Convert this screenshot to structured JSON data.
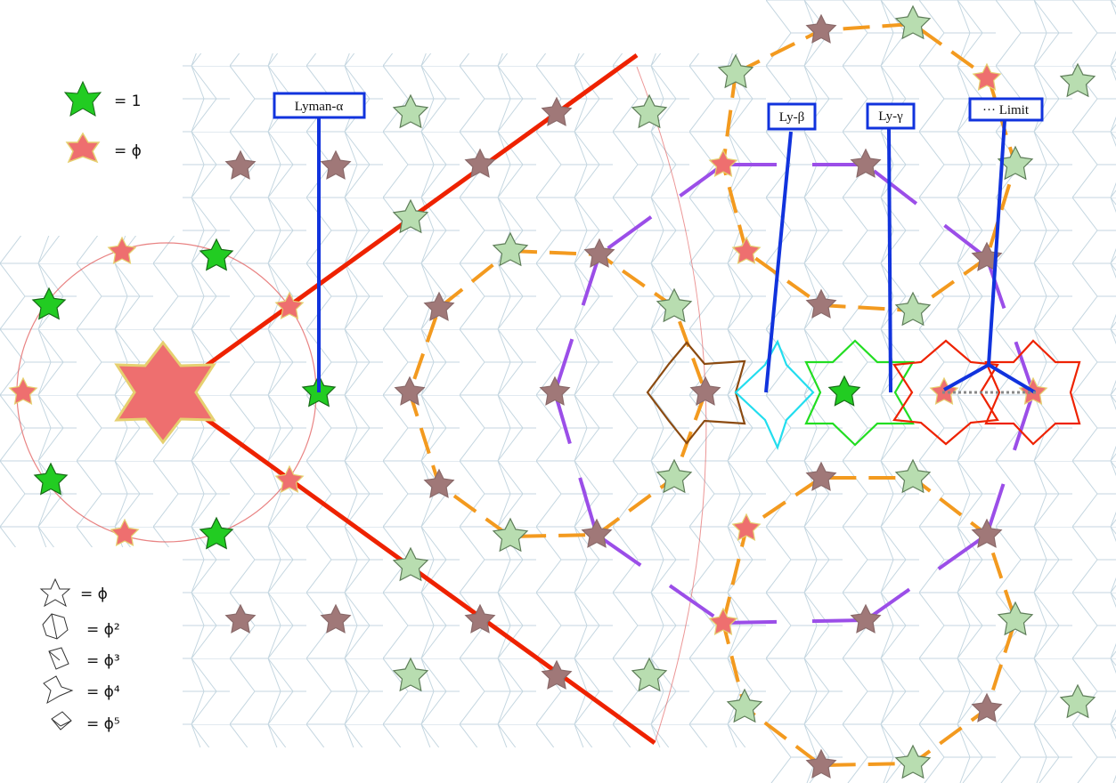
{
  "legend_top": [
    {
      "icon": "green-star-icon",
      "text": "= 1",
      "color": "#22cc22"
    },
    {
      "icon": "red-star-icon",
      "text": "= ϕ",
      "color": "#ee6f6f"
    }
  ],
  "legend_bottom": [
    {
      "icon": "star-tile-icon",
      "text": "= ϕ"
    },
    {
      "icon": "boat-tile-icon",
      "text": "= ϕ²"
    },
    {
      "icon": "rhomb-tile-icon",
      "text": "= ϕ³"
    },
    {
      "icon": "ship-tile-icon",
      "text": "= ϕ⁴"
    },
    {
      "icon": "cube-tile-icon",
      "text": "= ϕ⁵"
    }
  ],
  "labels": {
    "lyman_alpha": "Lyman-α",
    "ly_beta": "Ly-β",
    "ly_gamma": "Ly-γ",
    "limit": "··· Limit"
  },
  "colors": {
    "green_star": "#22cc22",
    "red_star": "#ee6f6f",
    "brown_star": "#a07878",
    "pale_star": "#b8ddb0",
    "orange_link": "#f39a1f",
    "purple_link": "#9b4ee8",
    "blue_pointer": "#1133dd",
    "red_cone": "#ee2200",
    "tiling_line": "#c4d6e0"
  }
}
